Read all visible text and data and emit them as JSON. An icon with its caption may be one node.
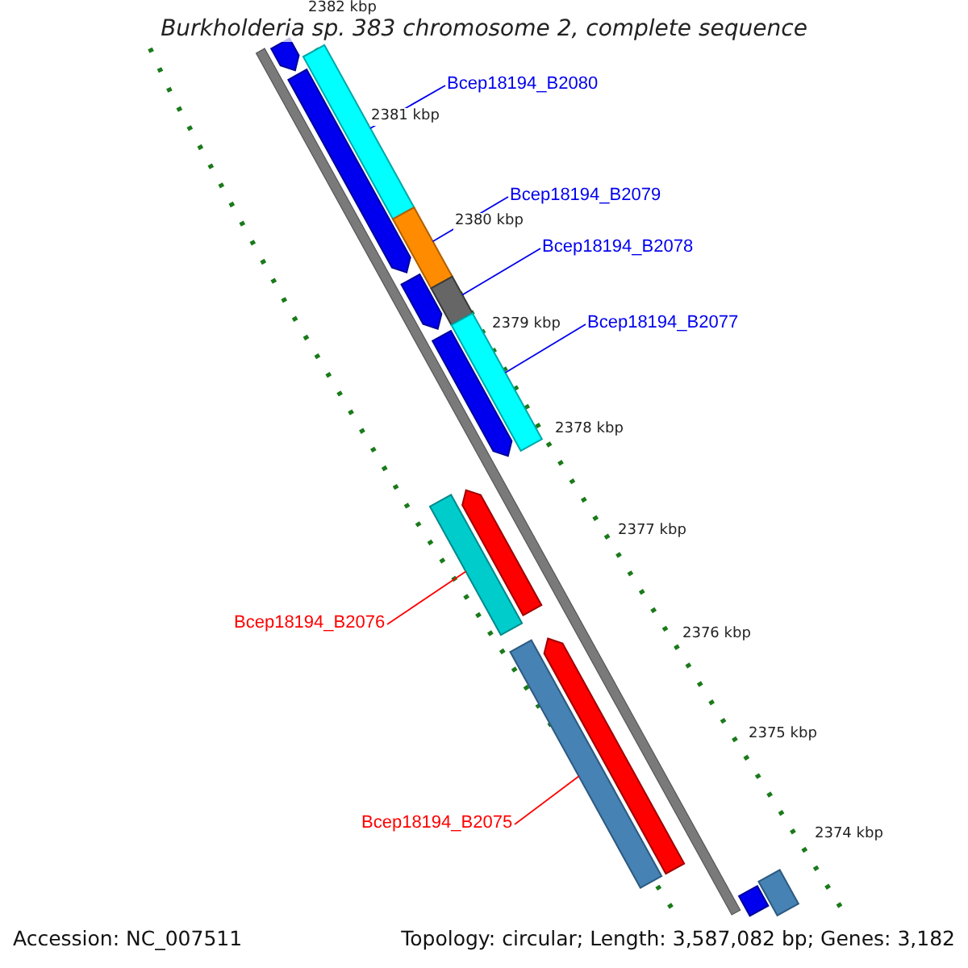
{
  "diagram": {
    "title": "Burkholderia sp. 383 chromosome 2, complete sequence",
    "nodes": [
      {
        "text": [
          "Bcep18194_B2080"
        ]
      },
      {
        "text": [],
        "shape": "bar"
      },
      {
        "text": [
          "Bcep18194_B2079"
        ]
      },
      {
        "text": [],
        "shape": "bar"
      },
      {
        "text": [
          "Bcep18194_B2078"
        ]
      },
      {
        "text": [],
        "shape": "bar"
      },
      {
        "text": [
          "Bcep18194_B2077"
        ]
      },
      {
        "text": [],
        "shape": "bar"
      },
      {
        "text": [
          "Bcep18194_B2076"
        ]
      },
      {
        "text": [],
        "shape": "bar"
      },
      {
        "text": [
          "Bcep18194_B2075"
        ]
      },
      {
        "text": [],
        "shape": "bar"
      },
      {
        "text": [],
        "shape": "arrow"
      },
      {
        "text": [],
        "shape": "arrow"
      },
      {
        "text": [],
        "shape": "arrow"
      },
      {
        "text": [],
        "shape": "arrow"
      },
      {
        "text": [],
        "shape": "arrow"
      },
      {
        "text": [],
        "shape": "arrow"
      },
      {
        "text": [],
        "shape": "bar"
      },
      {
        "text": [],
        "shape": "bar"
      }
    ],
    "edges": [
      {
        "from": 0,
        "to": 1,
        "arrow": "none"
      },
      {
        "from": 2,
        "to": 3,
        "arrow": "none"
      },
      {
        "from": 4,
        "to": 5,
        "arrow": "none"
      },
      {
        "from": 6,
        "to": 7,
        "arrow": "none"
      },
      {
        "from": 8,
        "to": 9,
        "arrow": "none",
        "color": "#ff0000"
      },
      {
        "from": 10,
        "to": 11,
        "arrow": "none",
        "color": "#ff0000"
      }
    ],
    "labels": [
      "2382 kbp",
      "2381 kbp",
      "2380 kbp",
      "2379 kbp",
      "2378 kbp",
      "2377 kbp",
      "2376 kbp",
      "2375 kbp",
      "2374 kbp",
      "Accession: NC_007511",
      "Topology: circular; Length: 3,587,082 bp; Genes: 3,182"
    ]
  }
}
